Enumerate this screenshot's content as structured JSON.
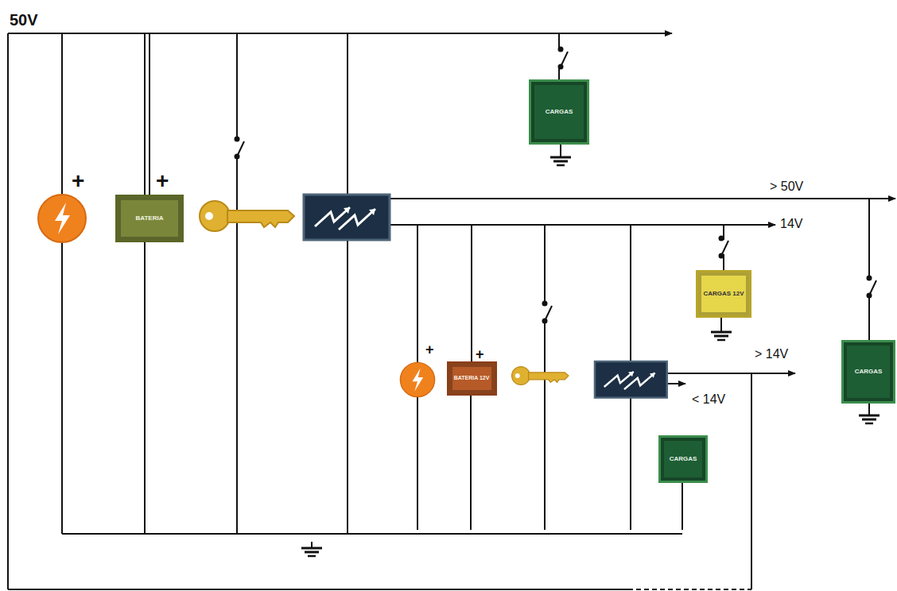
{
  "diagram": {
    "nodes": [
      {
        "text": [
          "CARGAS"
        ]
      },
      {
        "text": [
          "BATERIA"
        ]
      },
      {
        "text": [
          "CARGAS 12V"
        ]
      },
      {
        "text": [
          "CARGAS"
        ]
      },
      {
        "text": [
          "BATERIA 12V"
        ]
      },
      {
        "text": [
          "CARGAS"
        ]
      }
    ],
    "edges": [
      {
        "from": 1,
        "to": 0,
        "arrow": "none"
      },
      {
        "from": 4,
        "to": 2,
        "arrow": "none"
      }
    ],
    "labels": [
      "50V",
      "+",
      "+",
      "> 50V",
      "14V",
      "> 14V",
      "< 14V",
      "+",
      "+"
    ]
  }
}
